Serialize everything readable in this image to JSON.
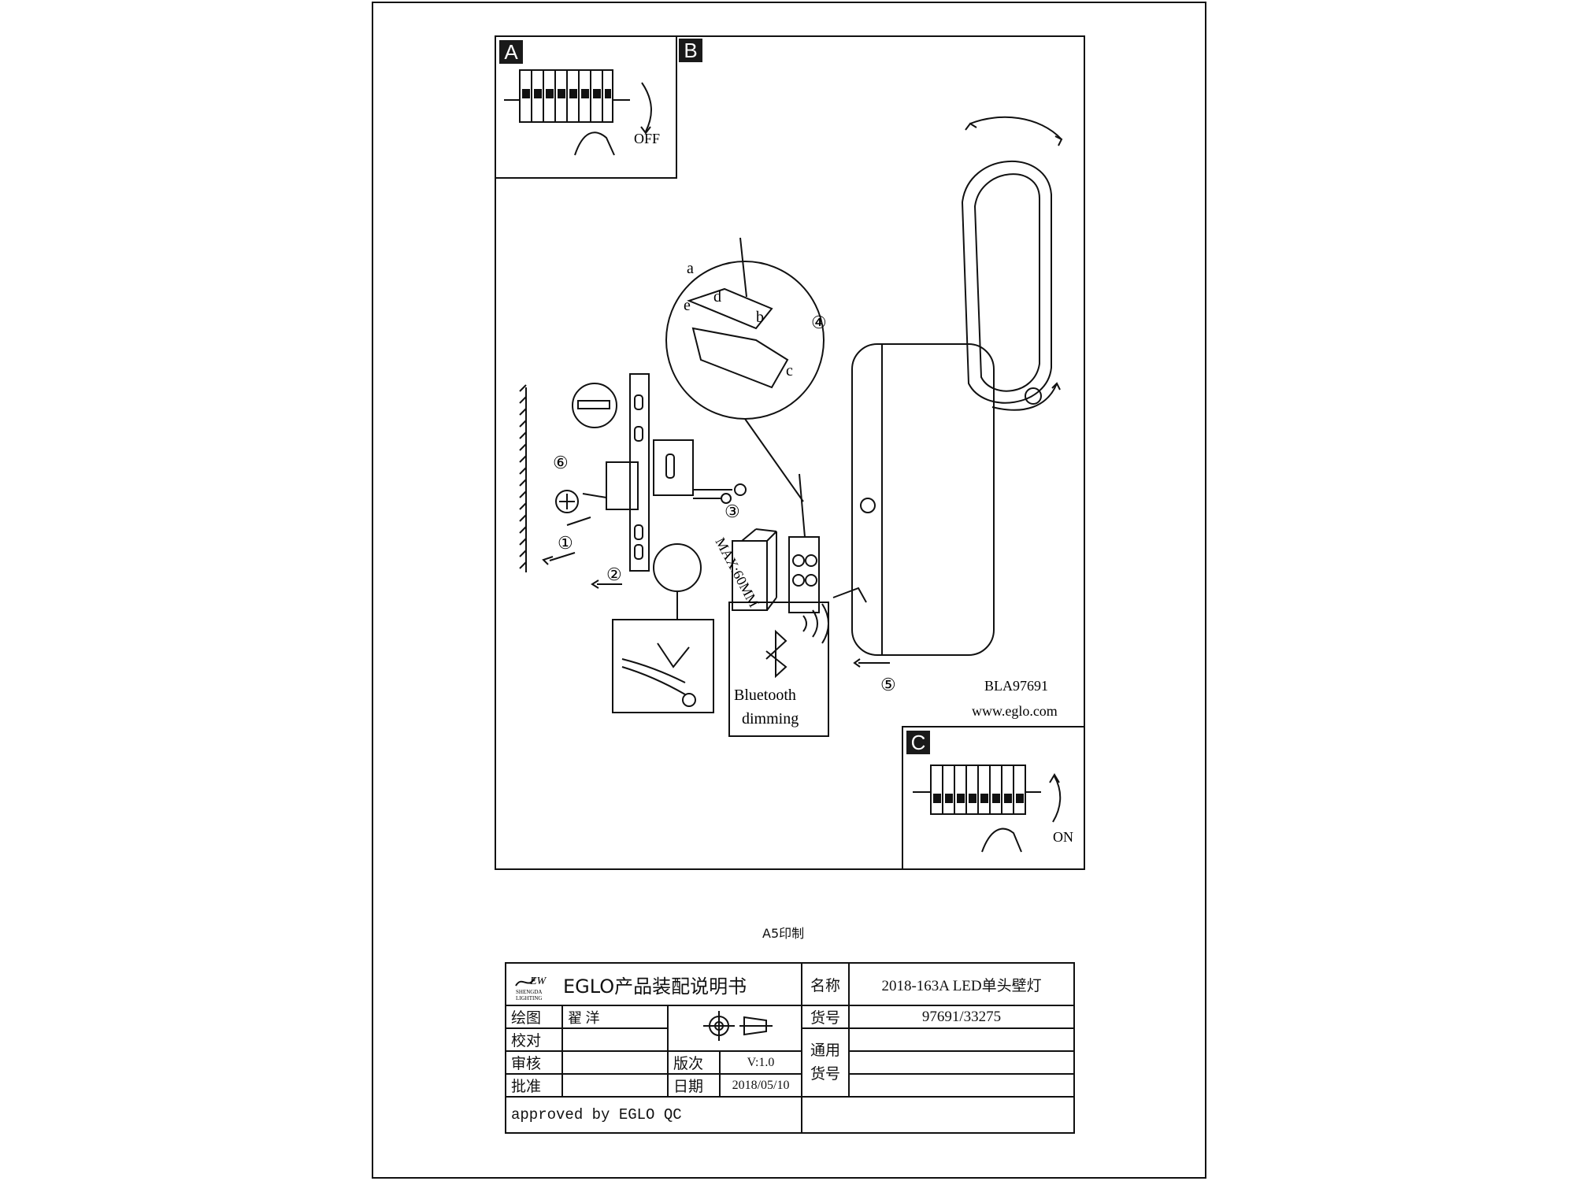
{
  "panels": {
    "a_tag": "A",
    "b_tag": "B",
    "c_tag": "C",
    "off_label": "OFF",
    "on_label": "ON"
  },
  "diagram": {
    "steps": [
      "①",
      "②",
      "③",
      "④",
      "⑤",
      "⑥"
    ],
    "parts": [
      "a",
      "b",
      "c",
      "d",
      "e"
    ],
    "max_label": "MAX:60MM",
    "bluetooth_line1": "Bluetooth",
    "bluetooth_line2": "dimming",
    "model": "BLA97691",
    "website": "www.eglo.com"
  },
  "print_note": "A5印制",
  "titleblock": {
    "logo_text": "EW",
    "logo_sub1": "SHENGDA",
    "logo_sub2": "LIGHTING",
    "title": "EGLO产品装配说明书",
    "name_label": "名称",
    "name_value": "2018-163A LED单头壁灯",
    "drawn_label": "绘图",
    "drawn_value": "翟 洋",
    "item_label": "货号",
    "item_value": "97691/33275",
    "check_label": "校对",
    "review_label": "审核",
    "version_label": "版次",
    "version_value": "V:1.0",
    "general_label_1": "通用",
    "general_label_2": "货号",
    "approve_label": "批准",
    "date_label": "日期",
    "date_value": "2018/05/10",
    "approved_by": "approved by EGLO QC"
  }
}
